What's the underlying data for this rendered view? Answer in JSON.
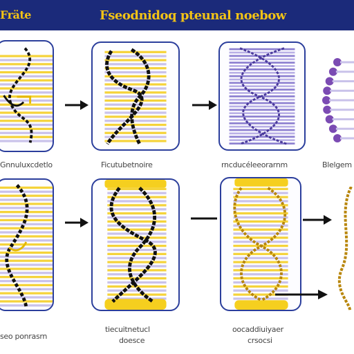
{
  "header": {
    "left_title": "Fräte",
    "title": "Fseodnidoq pteunal noebow"
  },
  "captions": {
    "r1c1": "Gnnuluxcdetlo",
    "r1c2": "Ficutubetnoire",
    "r1c3": "rncducéleeorarnm",
    "r1c4": "Blelgem",
    "r2c1": "seo ponrasrn",
    "r2c2_line1": "tiecuitnetucl",
    "r2c2_line2": "doesce",
    "r2c3_line1": "oocaddiuiyaer",
    "r2c3_line2": "crsocsi"
  },
  "colors": {
    "header_bg": "#1b2a7a",
    "header_text": "#f2c316",
    "panel_border": "#2b3e9c",
    "stripe_yellow": "#f5d33a",
    "stripe_lilac": "#c9c2ea",
    "helix_dark": "#111111",
    "helix_purple": "#4a3a9c",
    "helix_gold": "#b8860b",
    "bead_purple": "#7b4bb3"
  }
}
